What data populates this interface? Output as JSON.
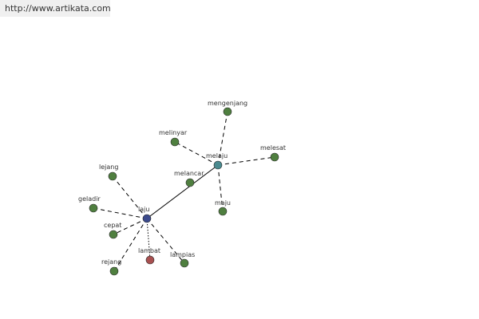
{
  "header": {
    "url": "http://www.artikata.com"
  },
  "colors": {
    "hub_primary": "#3b4a8c",
    "hub_secondary": "#4a8a8f",
    "synonym": "#4f7f3f",
    "antonym": "#a85050",
    "edge": "#000000"
  },
  "nodes": [
    {
      "id": "laju",
      "label": "laju",
      "kind": "hub_primary"
    },
    {
      "id": "melaju",
      "label": "melaju",
      "kind": "hub_secondary"
    },
    {
      "id": "mengenjang",
      "label": "mengenjang",
      "kind": "synonym"
    },
    {
      "id": "melinyar",
      "label": "melinyar",
      "kind": "synonym"
    },
    {
      "id": "melesat",
      "label": "melesat",
      "kind": "synonym"
    },
    {
      "id": "melancar",
      "label": "melancar",
      "kind": "synonym"
    },
    {
      "id": "maju",
      "label": "maju",
      "kind": "synonym"
    },
    {
      "id": "lejang",
      "label": "lejang",
      "kind": "synonym"
    },
    {
      "id": "geladir",
      "label": "geladir",
      "kind": "synonym"
    },
    {
      "id": "cepat",
      "label": "cepat",
      "kind": "synonym"
    },
    {
      "id": "rejang",
      "label": "rejang",
      "kind": "synonym"
    },
    {
      "id": "lambat",
      "label": "lambat",
      "kind": "antonym"
    },
    {
      "id": "lampias",
      "label": "lampias",
      "kind": "synonym"
    }
  ],
  "edges": [
    {
      "from": "laju",
      "to": "melaju",
      "style": "solid"
    },
    {
      "from": "melaju",
      "to": "mengenjang",
      "style": "dashed"
    },
    {
      "from": "melaju",
      "to": "melinyar",
      "style": "dashed"
    },
    {
      "from": "melaju",
      "to": "melesat",
      "style": "dashed"
    },
    {
      "from": "melaju",
      "to": "maju",
      "style": "dashed"
    },
    {
      "from": "laju",
      "to": "lejang",
      "style": "dashed"
    },
    {
      "from": "laju",
      "to": "geladir",
      "style": "dashed"
    },
    {
      "from": "laju",
      "to": "cepat",
      "style": "dashed"
    },
    {
      "from": "laju",
      "to": "rejang",
      "style": "dashed"
    },
    {
      "from": "laju",
      "to": "lambat",
      "style": "dotted"
    },
    {
      "from": "laju",
      "to": "lampias",
      "style": "dashed"
    }
  ]
}
